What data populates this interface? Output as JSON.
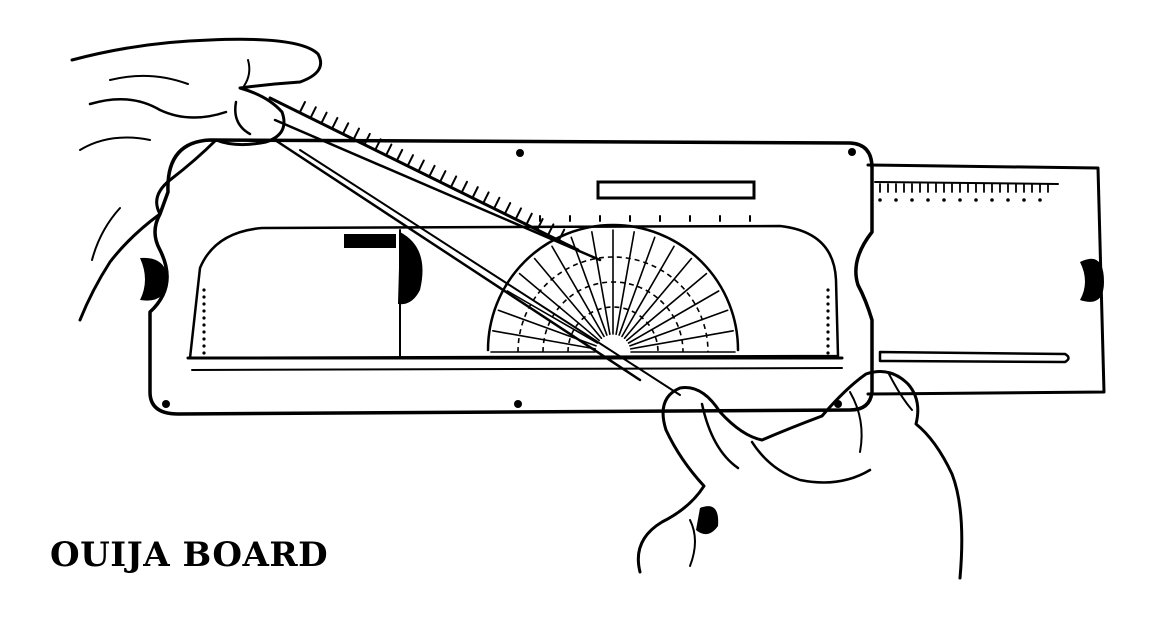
{
  "caption": "OUIJA BOARD",
  "colors": {
    "ink": "#000000",
    "paper": "#ffffff"
  },
  "components": {
    "board": "board-outline",
    "slider": "sliding-rule",
    "protractor": "protractor-dial",
    "arm": "rotating-arm",
    "hands": [
      "left-hand",
      "right-hand"
    ]
  }
}
